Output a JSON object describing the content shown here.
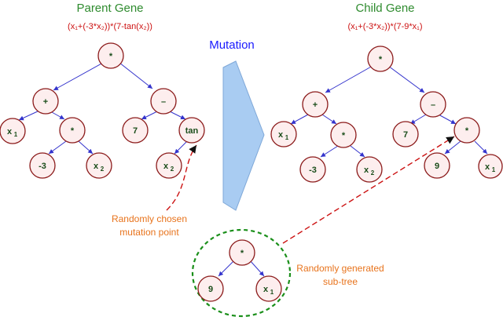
{
  "parent": {
    "title": "Parent Gene",
    "expression": "(x₁+(-3*x₂))*(7-tan(x₂))"
  },
  "child": {
    "title": "Child Gene",
    "expression": "(x₁+(-3*x₂))*(7-9*x₁)"
  },
  "mutation_label": "Mutation",
  "mutation_point_note": [
    "Randomly chosen",
    "mutation point"
  ],
  "subtree_note": [
    "Randomly generated",
    "sub-tree"
  ],
  "colors": {
    "title": "#2e8b2e",
    "expression": "#cc1111",
    "node_fill": "#fdeeee",
    "node_stroke": "#8b1a1a",
    "edge": "#3333cc",
    "arrow": "#a9ccf2",
    "dashed_red": "#cc1111",
    "dashed_green": "#1a8f1a",
    "note": "#e8731c"
  },
  "nodes": {
    "parent_root": "*",
    "parent_plus": "+",
    "parent_minus": "–",
    "parent_x1": "x",
    "parent_x1_sub": "1",
    "parent_mult": "*",
    "parent_seven": "7",
    "parent_tan": "tan",
    "parent_neg3": "-3",
    "parent_x2a": "x",
    "parent_x2a_sub": "2",
    "parent_x2b": "x",
    "parent_x2b_sub": "2",
    "child_root": "*",
    "child_plus": "+",
    "child_minus": "–",
    "child_x1": "x",
    "child_x1_sub": "1",
    "child_mult": "*",
    "child_seven": "7",
    "child_mult2": "*",
    "child_neg3": "-3",
    "child_x2": "x",
    "child_x2_sub": "2",
    "child_nine": "9",
    "child_x1b": "x",
    "child_x1b_sub": "1",
    "sub_root": "*",
    "sub_nine": "9",
    "sub_x1": "x",
    "sub_x1_sub": "1"
  }
}
